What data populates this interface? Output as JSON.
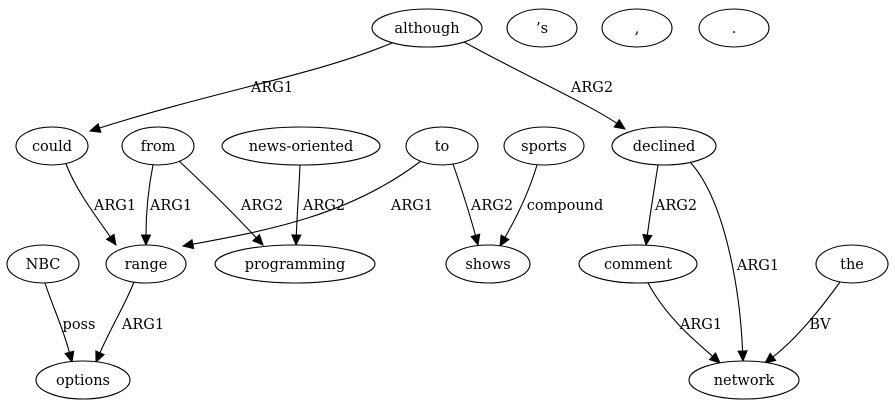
{
  "nodes": {
    "although": "although",
    "s": "’s",
    "comma": ",",
    "period": ".",
    "could": "could",
    "from": "from",
    "news_oriented": "news-oriented",
    "to": "to",
    "sports": "sports",
    "declined": "declined",
    "NBC": "NBC",
    "range": "range",
    "programming": "programming",
    "shows": "shows",
    "comment": "comment",
    "the": "the",
    "options": "options",
    "network": "network"
  },
  "edges": [
    {
      "from": "although",
      "to": "could",
      "label": "ARG1"
    },
    {
      "from": "although",
      "to": "declined",
      "label": "ARG2"
    },
    {
      "from": "could",
      "to": "range",
      "label": "ARG1"
    },
    {
      "from": "from",
      "to": "range",
      "label": "ARG1"
    },
    {
      "from": "from",
      "to": "programming",
      "label": "ARG2"
    },
    {
      "from": "news_oriented",
      "to": "programming",
      "label": "ARG2"
    },
    {
      "from": "to",
      "to": "range",
      "label": "ARG1"
    },
    {
      "from": "to",
      "to": "shows",
      "label": "ARG2"
    },
    {
      "from": "sports",
      "to": "shows",
      "label": "compound"
    },
    {
      "from": "declined",
      "to": "comment",
      "label": "ARG2"
    },
    {
      "from": "declined",
      "to": "network",
      "label": "ARG1"
    },
    {
      "from": "NBC",
      "to": "options",
      "label": "poss"
    },
    {
      "from": "range",
      "to": "options",
      "label": "ARG1"
    },
    {
      "from": "comment",
      "to": "network",
      "label": "ARG1"
    },
    {
      "from": "the",
      "to": "network",
      "label": "BV"
    }
  ]
}
